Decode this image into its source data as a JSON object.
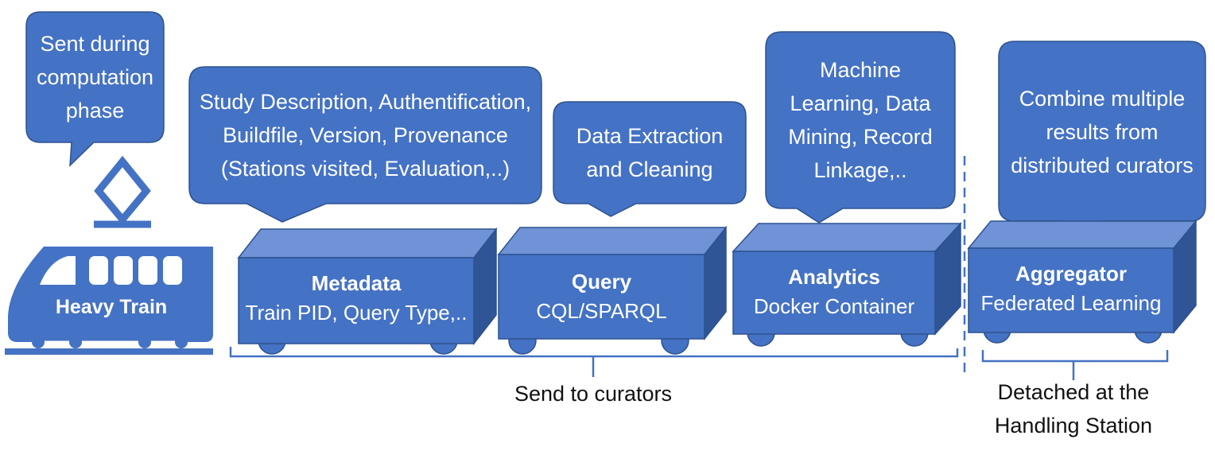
{
  "colors": {
    "fill": "#4472c4",
    "top": "#6f93d6",
    "side": "#2f5597",
    "stroke": "#2f528f",
    "text_light": "#ffffff",
    "text_dark": "#111111"
  },
  "train": {
    "label": "Heavy Train",
    "icon": "train-icon"
  },
  "callouts": [
    {
      "id": "train",
      "text": "Sent during\ncomputation\nphase"
    },
    {
      "id": "metadata",
      "text": "Study Description, Authentification,\nBuildfile, Version, Provenance\n(Stations visited, Evaluation,..)"
    },
    {
      "id": "query",
      "text": "Data Extraction\nand Cleaning"
    },
    {
      "id": "analytics",
      "text": "Machine\nLearning, Data\nMining, Record\nLinkage,.."
    },
    {
      "id": "aggregator",
      "text": "Combine multiple\nresults from\ndistributed curators"
    }
  ],
  "wagons": [
    {
      "id": "metadata",
      "title": "Metadata",
      "subtitle": "Train PID, Query Type,.."
    },
    {
      "id": "query",
      "title": "Query",
      "subtitle": "CQL/SPARQL"
    },
    {
      "id": "analytics",
      "title": "Analytics",
      "subtitle": "Docker Container"
    },
    {
      "id": "aggregator",
      "title": "Aggregator",
      "subtitle": "Federated Learning"
    }
  ],
  "captions": {
    "send": "Send to curators",
    "detached": "Detached at the\nHandling Station"
  }
}
